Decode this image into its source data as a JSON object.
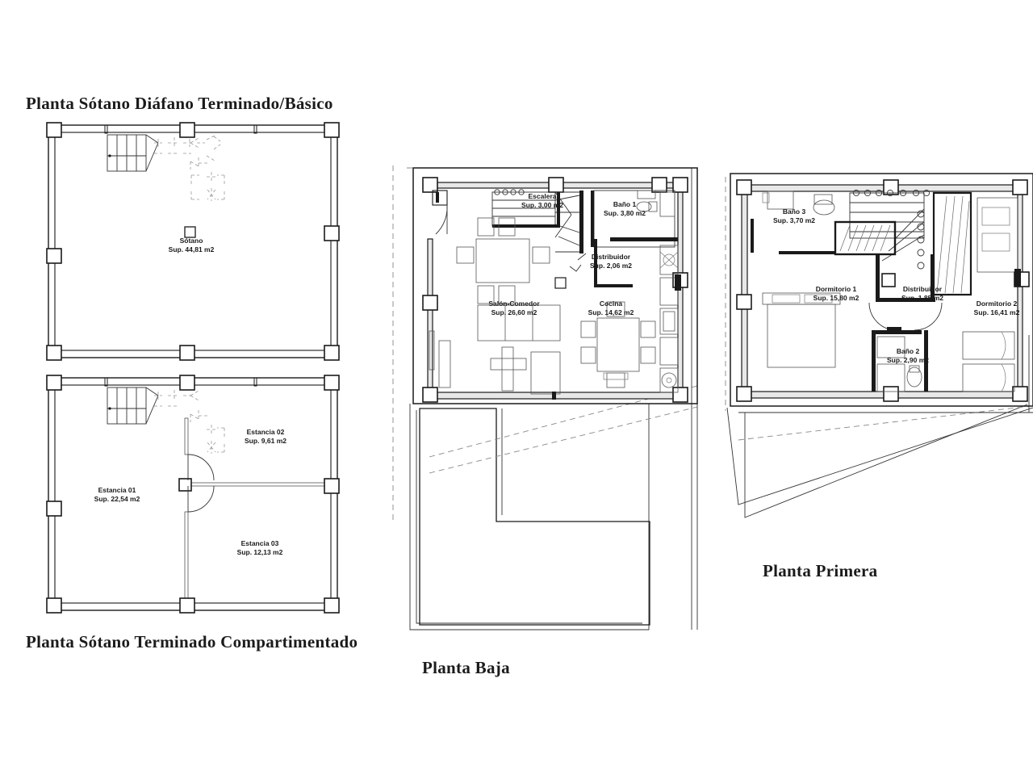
{
  "document": {
    "kind": "architectural-floor-plans",
    "language": "es",
    "background_color": "#ffffff",
    "line_color": "#1a1a1a"
  },
  "plans": [
    {
      "id": "sotano-diafano",
      "title": "Planta Sótano Diáfano Terminado/Básico",
      "title_position": "top",
      "rooms": [
        {
          "name": "Sótano",
          "area": "Sup. 44,81 m2"
        }
      ]
    },
    {
      "id": "sotano-compartimentado",
      "title": "Planta Sótano Terminado Compartimentado",
      "title_position": "bottom",
      "rooms": [
        {
          "name": "Estancia 01",
          "area": "Sup. 22,54 m2"
        },
        {
          "name": "Estancia 02",
          "area": "Sup. 9,61 m2"
        },
        {
          "name": "Estancia 03",
          "area": "Sup. 12,13 m2"
        }
      ]
    },
    {
      "id": "planta-baja",
      "title": "Planta Baja",
      "title_position": "bottom",
      "rooms": [
        {
          "name": "Escalera",
          "area": "Sup. 3,00 m2"
        },
        {
          "name": "Baño 1",
          "area": "Sup. 3,80 m2"
        },
        {
          "name": "Distribuidor",
          "area": "Sup. 2,06 m2"
        },
        {
          "name": "Salón-Comedor",
          "area": "Sup. 26,60 m2"
        },
        {
          "name": "Cocina",
          "area": "Sup. 14,62 m2"
        }
      ]
    },
    {
      "id": "planta-primera",
      "title": "Planta Primera",
      "title_position": "bottom",
      "rooms": [
        {
          "name": "Baño 3",
          "area": "Sup. 3,70 m2"
        },
        {
          "name": "Dormitorio 1",
          "area": "Sup. 15,80 m2"
        },
        {
          "name": "Distribuidor",
          "area": "Sup. 1,85 m2"
        },
        {
          "name": "Dormitorio 2",
          "area": "Sup. 16,41 m2"
        },
        {
          "name": "Baño 2",
          "area": "Sup. 2,90 m2"
        }
      ]
    }
  ]
}
